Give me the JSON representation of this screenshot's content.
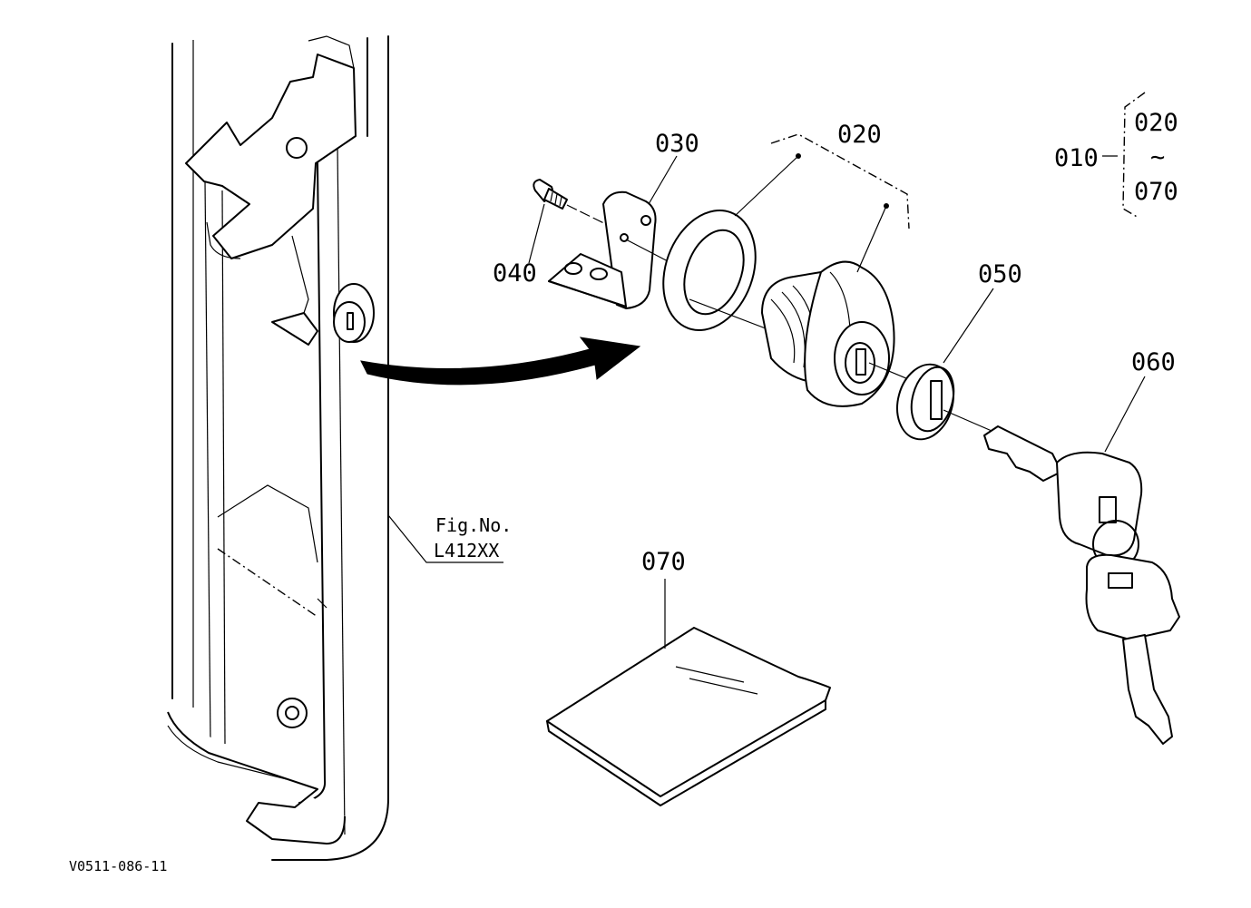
{
  "drawing_code": "V0511-086-11",
  "figure_ref": {
    "line1": "Fig.No.",
    "line2": "L412XX"
  },
  "assembly": {
    "label": "010",
    "range_start": "020",
    "range_sep": "~",
    "range_end": "070"
  },
  "parts": [
    {
      "label": "020"
    },
    {
      "label": "030"
    },
    {
      "label": "040"
    },
    {
      "label": "050"
    },
    {
      "label": "060"
    },
    {
      "label": "070"
    }
  ]
}
